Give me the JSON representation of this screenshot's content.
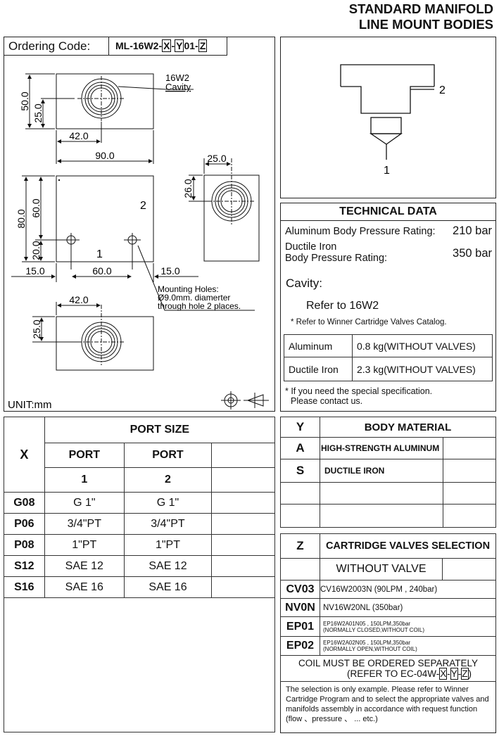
{
  "header": {
    "line1": "STANDARD MANIFOLD",
    "line2": "LINE MOUNT BODIES"
  },
  "ordering": {
    "label": "Ordering Code:",
    "code_prefix": "ML-16W2-",
    "x": "X",
    "sep1": "-",
    "y": "Y",
    "mid": "01-",
    "z": "Z",
    "cavity_label_1": "16W2",
    "cavity_label_2": "Cavity",
    "port_1": "1",
    "port_2": "2",
    "dims": {
      "d50": "50.0",
      "d25a": "25.0",
      "d42a": "42.0",
      "d90": "90.0",
      "d25b": "25.0",
      "d26": "26.0",
      "d80": "80.0",
      "d60v": "60.0",
      "d20": "20.0",
      "d15a": "15.0",
      "d60h": "60.0",
      "d15b": "15.0",
      "d42b": "42.0",
      "d25c": "25.0"
    },
    "mounting_1": "Mounting Holes:",
    "mounting_2": "Ø9.0mm. diamerter",
    "mounting_3": "through hole 2 places.",
    "unit": "UNIT:mm"
  },
  "symbol": {
    "port_1": "1",
    "port_2": "2"
  },
  "technical": {
    "title": "TECHNICAL DATA",
    "alu_label": "Aluminum Body Pressure Rating:",
    "alu_value": "210 bar",
    "duc_label_1": "Ductile Iron",
    "duc_label_2": "Body Pressure Rating:",
    "duc_value": "350 bar",
    "cavity": "Cavity:",
    "refer": "Refer to 16W2",
    "note": "* Refer to Winner Cartridge Valves Catalog.",
    "weights": [
      {
        "material": "Aluminum",
        "value": "0.8  kg(WITHOUT VALVES)"
      },
      {
        "material": "Ductile Iron",
        "value": "2.3  kg(WITHOUT VALVES)"
      }
    ],
    "special_1": "* If you need the special specification.",
    "special_2": "Please contact us."
  },
  "port_size": {
    "x_label": "X",
    "title": "PORT SIZE",
    "col1": "PORT",
    "col2": "PORT",
    "num1": "1",
    "num2": "2",
    "rows": [
      {
        "code": "G08",
        "p1": "G 1\"",
        "p2": "G 1\""
      },
      {
        "code": "P06",
        "p1": "3/4\"PT",
        "p2": "3/4\"PT"
      },
      {
        "code": "P08",
        "p1": "1\"PT",
        "p2": "1\"PT"
      },
      {
        "code": "S12",
        "p1": "SAE 12",
        "p2": "SAE 12"
      },
      {
        "code": "S16",
        "p1": "SAE 16",
        "p2": "SAE 16"
      }
    ]
  },
  "body_material": {
    "y_label": "Y",
    "title": "BODY MATERIAL",
    "rows": [
      {
        "code": "A",
        "name": "HIGH-STRENGTH ALUMINUM"
      },
      {
        "code": "S",
        "name": "DUCTILE IRON"
      }
    ]
  },
  "cartridge": {
    "z_label": "Z",
    "title": "CARTRIDGE VALVES SELECTION",
    "without": "WITHOUT VALVE",
    "rows": [
      {
        "code": "CV03",
        "desc1": "CV16W2003N (90LPM , 240bar)",
        "desc2": ""
      },
      {
        "code": "NV0N",
        "desc1": "NV16W20NL (350bar)",
        "desc2": ""
      },
      {
        "code": "EP01",
        "desc1": "EP16W2A01N05 , 150LPM,350bar",
        "desc2": "(NORMALLY CLOSED,WITHOUT COIL)"
      },
      {
        "code": "EP02",
        "desc1": "EP16W2A02N05 , 150LPM,350bar",
        "desc2": "(NORMALLY OPEN,WITHOUT COIL)"
      }
    ],
    "coil_1": "COIL MUST BE ORDERED SEPARATELY",
    "coil_2_prefix": "(REFER TO EC-04W-",
    "coil_x": "X",
    "coil_sep1": "-",
    "coil_y": "Y",
    "coil_sep2": "-",
    "coil_z": "Z",
    "coil_end": ")",
    "note": "The selection is only example. Please refer to Winner Cartridge Program and to select the appropriate valves and manifolds assembly in accordance with request function (flow 、pressure 、 ... etc.)"
  }
}
